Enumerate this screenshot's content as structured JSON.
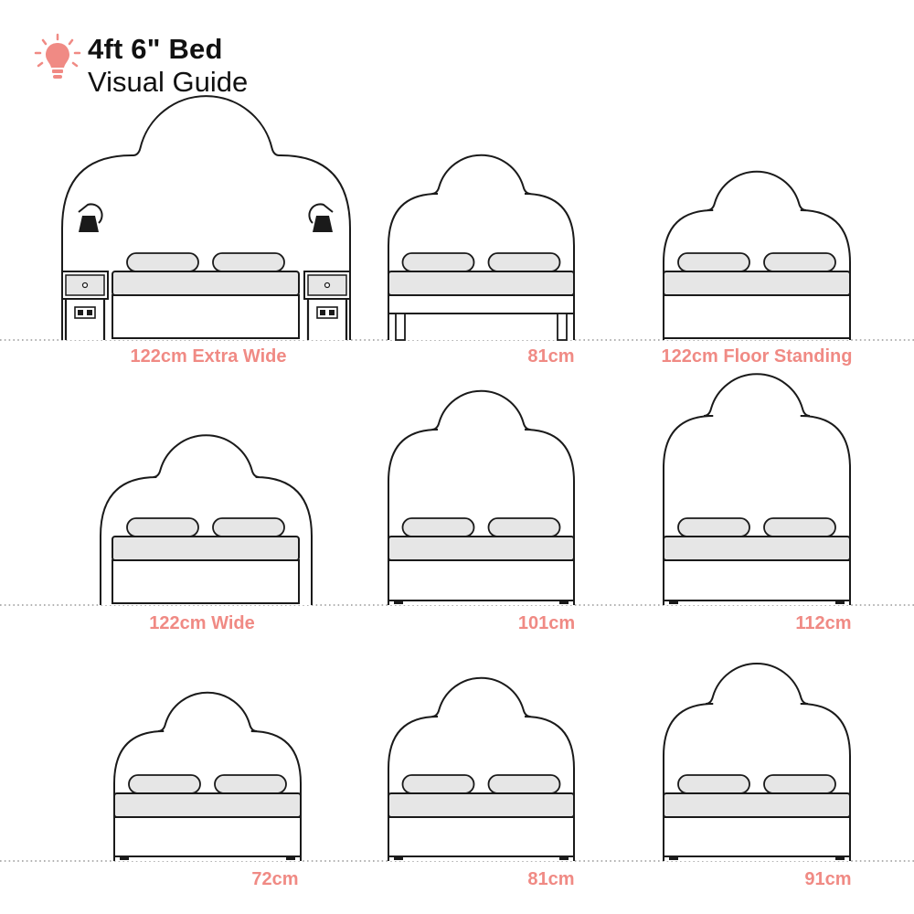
{
  "header": {
    "title": "4ft 6\" Bed",
    "subtitle": "Visual Guide",
    "icon": "lightbulb-icon"
  },
  "colors": {
    "accent": "#F08A84",
    "outline": "#1a1a1a",
    "fill_grey": "#e6e6e6",
    "floor": "#999999"
  },
  "beds": [
    {
      "label": "122cm Extra Wide",
      "height_cm": 122,
      "style": "extra-wide"
    },
    {
      "label": "81cm",
      "height_cm": 81,
      "style": "legs"
    },
    {
      "label": "122cm Floor Standing",
      "height_cm": 122,
      "style": "floor-standing"
    },
    {
      "label": "122cm Wide",
      "height_cm": 122,
      "style": "wide"
    },
    {
      "label": "101cm",
      "height_cm": 101,
      "style": "standard"
    },
    {
      "label": "112cm",
      "height_cm": 112,
      "style": "standard"
    },
    {
      "label": "72cm",
      "height_cm": 72,
      "style": "standard"
    },
    {
      "label": "81cm",
      "height_cm": 81,
      "style": "standard"
    },
    {
      "label": "91cm",
      "height_cm": 91,
      "style": "standard"
    }
  ]
}
